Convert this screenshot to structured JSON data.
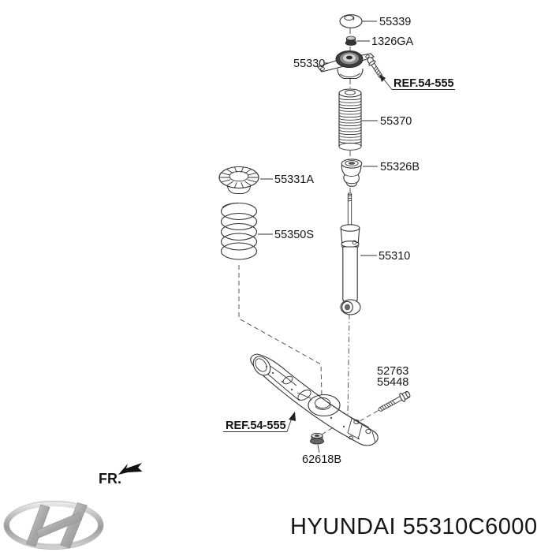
{
  "colors": {
    "line": "#333333",
    "text": "#151515",
    "dark_fill": "#3d3d3d",
    "logo_silver": "#b7b7b7",
    "background": "#ffffff"
  },
  "diagram": {
    "labels": {
      "cap": "55339",
      "top_nut": "1326GA",
      "strut_mount": "55330",
      "ref_top": "REF.54-555",
      "dust_cover": "55370",
      "bump_stopper": "55326B",
      "spring_pad": "55331A",
      "coil_spring": "55350S",
      "shock_absorber": "55310",
      "arm_bolt_line1": "52763",
      "arm_bolt_line2": "55448",
      "ref_bottom": "REF.54-555",
      "arm_nut": "62618B"
    },
    "direction_marker": "FR.",
    "footer": {
      "caption": "HYUNDAI 55310C6000"
    }
  }
}
